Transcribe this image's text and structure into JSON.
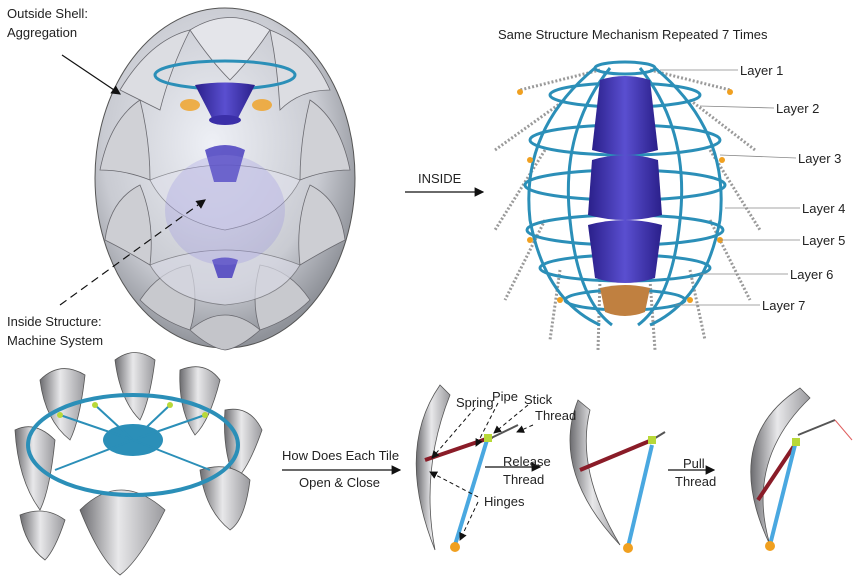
{
  "labels": {
    "outside_shell_1": "Outside Shell:",
    "outside_shell_2": "Aggregation",
    "inside_structure_1": "Inside Structure:",
    "inside_structure_2": "Machine System",
    "repeated": "Same Structure Mechanism Repeated 7 Times",
    "inside": "INSIDE",
    "how_1": "How Does Each Tile",
    "how_2": "Open & Close",
    "spring": "Spring",
    "pipe": "Pipe",
    "stick": "Stick",
    "thread": "Thread",
    "release_1": "Release",
    "release_2": "Thread",
    "hinges": "Hinges",
    "pull_1": "Pull",
    "pull_2": "Thread"
  },
  "layers": [
    "Layer 1",
    "Layer 2",
    "Layer 3",
    "Layer 4",
    "Layer 5",
    "Layer 6",
    "Layer 7"
  ],
  "colors": {
    "frame_blue": "#2b8fb8",
    "core_purple": "#3b2fa8",
    "shell_grey": "#c8c8cc",
    "hinge_orange": "#f0a020",
    "stick_red": "#8a1c28",
    "hinge_green": "#b8d838"
  }
}
